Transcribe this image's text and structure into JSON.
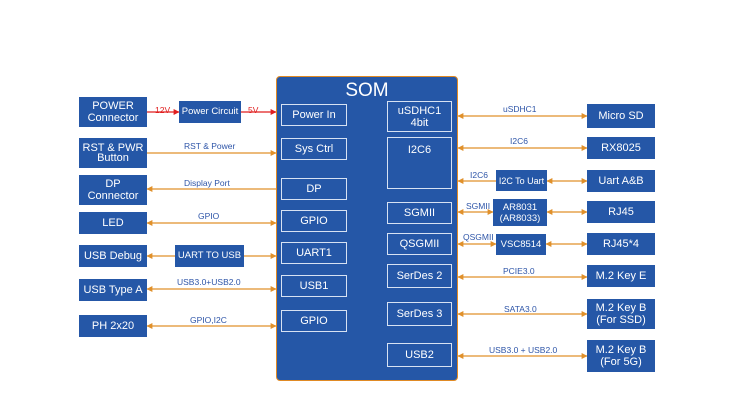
{
  "som": {
    "title": "SOM",
    "ports": {
      "power_in": "Power In",
      "sys_ctrl": "Sys Ctrl",
      "dp": "DP",
      "gpio1": "GPIO",
      "uart1": "UART1",
      "usb1": "USB1",
      "gpio2": "GPIO",
      "usdhc1": "uSDHC1\n4bit",
      "i2c6": "I2C6",
      "sgmii": "SGMII",
      "qsgmii": "QSGMII",
      "serdes2": "SerDes 2",
      "serdes3": "SerDes 3",
      "usb2": "USB2"
    }
  },
  "left": {
    "power_connector": "POWER\nConnector",
    "rst_pwr_button": "RST & PWR\nButton",
    "dp_connector": "DP\nConnector",
    "led": "LED",
    "usb_debug": "USB Debug",
    "usb_type_a": "USB Type A",
    "ph_2x20": "PH 2x20"
  },
  "middle": {
    "power_circuit": "Power Circuit",
    "uart_to_usb": "UART TO USB",
    "i2c_to_uart": "I2C To Uart",
    "ar8031": "AR8031\n(AR8033)",
    "vsc8514": "VSC8514"
  },
  "right": {
    "micro_sd": "Micro SD",
    "rx8025": "RX8025",
    "uart_ab": "Uart A&B",
    "rj45": "RJ45",
    "rj45x4": "RJ45*4",
    "m2_key_e": "M.2 Key E",
    "m2_key_b_ssd": "M.2 Key B\n(For SSD)",
    "m2_key_b_5g": "M.2 Key B\n(For 5G)"
  },
  "labels": {
    "v12": "12V",
    "v5": "5V",
    "rst_power": "RST & Power",
    "display_port": "Display Port",
    "gpio": "GPIO",
    "usb30_usb20": "USB3.0+USB2.0",
    "gpio_i2c": "GPIO,I2C",
    "usdhc1": "uSDHC1",
    "i2c6": "I2C6",
    "i2c6_b": "I2C6",
    "sgmii": "SGMII",
    "qsgmii": "QSGMII",
    "pcie30": "PCIE3.0",
    "sata30": "SATA3.0",
    "usb30_plus_usb20": "USB3.0 + USB2.0"
  },
  "colors": {
    "box_blue": "#2557a7",
    "arrow_orange": "#e0902a",
    "arrow_red": "#e01e1e",
    "label_blue": "#2e55a8"
  }
}
